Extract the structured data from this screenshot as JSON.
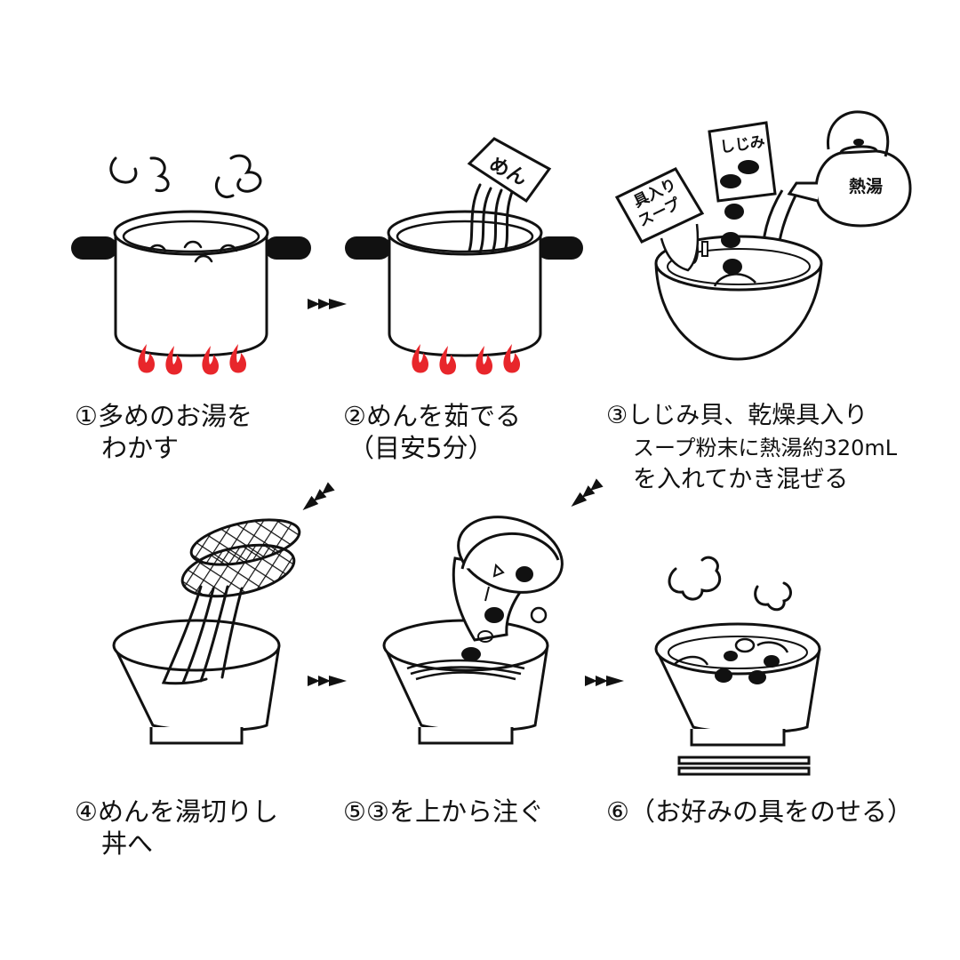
{
  "steps": [
    {
      "number": "①",
      "lines": [
        "多めのお湯を",
        "わかす"
      ]
    },
    {
      "number": "②",
      "lines": [
        "めんを茹でる",
        "（目安5分）"
      ]
    },
    {
      "number": "③",
      "lines": [
        "しじみ貝、乾燥具入り",
        "スープ粉末に熱湯約320mL",
        "を入れてかき混ぜる"
      ]
    },
    {
      "number": "④",
      "lines": [
        "めんを湯切りし",
        "丼へ"
      ]
    },
    {
      "number": "⑤",
      "lines": [
        "③を上から注ぐ"
      ]
    },
    {
      "number": "⑥",
      "lines": [
        "（お好みの具をのせる）"
      ]
    }
  ],
  "labels": {
    "noodle_packet": "めん",
    "clam_packet": "しじみ",
    "soup_packet_line1": "具入り",
    "soup_packet_line2": "スープ",
    "kettle": "熱湯"
  },
  "colors": {
    "ink": "#111111",
    "flame": "#e8262b",
    "paper": "#ffffff"
  },
  "icons": [
    "pot-icon",
    "flame-icon",
    "steam-icon",
    "noodle-packet-icon",
    "kettle-icon",
    "bowl-icon",
    "strainer-icon",
    "arrow-icon",
    "chopsticks-icon",
    "clam-icon"
  ]
}
